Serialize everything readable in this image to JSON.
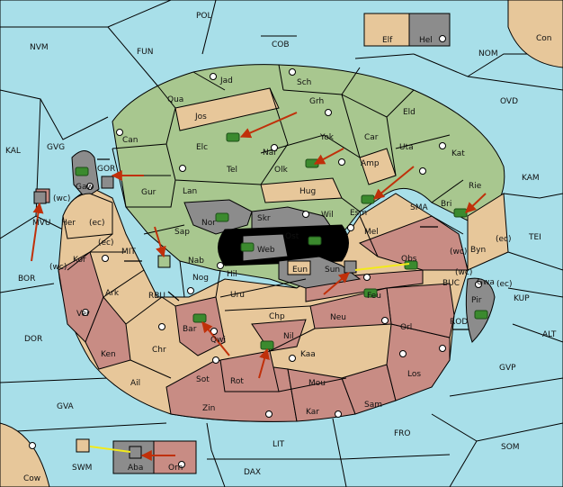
{
  "map": {
    "sea_labels": {
      "pol": "POL",
      "nvm": "NVM",
      "fun": "FUN",
      "cob": "COB",
      "nom": "NOM",
      "con": "Con",
      "ovd": "OVD",
      "kal": "KAL",
      "gvg": "GVG",
      "kam": "KAM",
      "sma": "SMA",
      "tei": "TEI",
      "mit": "MIT",
      "bor": "BOR",
      "rbu": "RBU",
      "buc": "BUC",
      "kup": "KUP",
      "dor": "DOR",
      "rod": "ROD",
      "alt": "ALT",
      "gvp": "GVP",
      "gva": "GVA",
      "fro": "FRO",
      "lit": "LIT",
      "som": "SOM",
      "swm": "SWM",
      "dax": "DAX",
      "cow": "Cow",
      "gor": "GOR"
    },
    "land_labels": {
      "elf": "Elf",
      "hel": "Hel",
      "jad": "Jad",
      "sch": "Sch",
      "qua": "Qua",
      "jos": "Jos",
      "grh": "Grh",
      "eld": "Eld",
      "can": "Can",
      "yok": "Yok",
      "car": "Car",
      "elc": "Elc",
      "nar": "Nar",
      "uta": "Uta",
      "kat": "Kat",
      "gaw": "Gaw",
      "tel": "Tel",
      "olk": "Olk",
      "amp": "Amp",
      "gur": "Gur",
      "lan": "Lan",
      "hug": "Hug",
      "rie": "Rie",
      "bri": "Bri",
      "mvu": "MVU",
      "wc1": "(wc)",
      "esm": "Esm",
      "her": "Her",
      "ec1": "(ec)",
      "nor": "Nor",
      "skr": "Skr",
      "wil": "Wil",
      "sap": "Sap",
      "ost": "Ost",
      "mel": "Mel",
      "web": "Web",
      "byn": "Byn",
      "wc2": "(wc)",
      "ec2": "(ec)",
      "ec3": "(ec)",
      "kor": "Kor",
      "nab": "Nab",
      "obs": "Obs",
      "wc3": "(wc)",
      "eun": "Eun",
      "sun": "Sun",
      "wc4": "(wc)",
      "gwa": "Gwa",
      "ec4": "(ec)",
      "hil": "Hil",
      "nog": "Nog",
      "ark": "Ark",
      "uru": "Uru",
      "feu": "Feu",
      "pir": "Pir",
      "ver": "Ver",
      "chp": "Chp",
      "neu": "Neu",
      "bar": "Bar",
      "qwi": "Qwi",
      "orl": "Orl",
      "nil": "Nil",
      "ken": "Ken",
      "chr": "Chr",
      "kaa": "Kaa",
      "ail": "Ail",
      "sot": "Sot",
      "rot": "Rot",
      "mou": "Mou",
      "los": "Los",
      "zin": "Zin",
      "kar": "Kar",
      "sam": "Sam",
      "aba": "Aba",
      "orn": "Orn"
    }
  }
}
